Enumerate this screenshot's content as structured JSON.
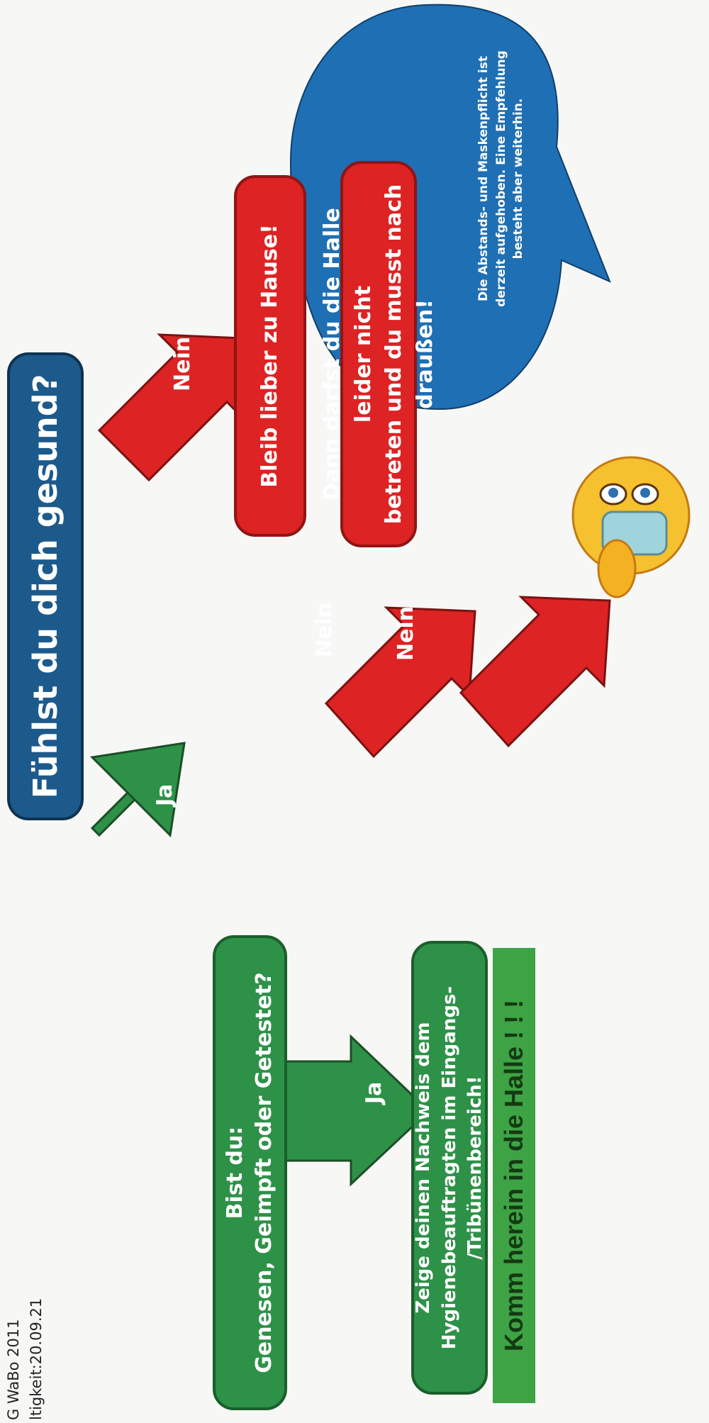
{
  "header": {
    "line1": "G WaBo 2011",
    "line2": "ltigkeit:20.09.21"
  },
  "main_question": "Fühlst du dich gesund?",
  "ja_question": {
    "line1": "Bist du:",
    "line2": "Genesen, Geimpft oder Getestet?"
  },
  "stay_home": "Bleib lieber zu Hause!",
  "denied": {
    "line1": "Dann darfst du die Halle leider nicht",
    "line2": "betreten und du musst nach draußen!"
  },
  "show_proof": {
    "line1": "Zeige deinen Nachweis dem",
    "line2": "Hygienebeauftragten im Eingangs-",
    "line3": "/Tribünenbereich!"
  },
  "welcome_banner": "Komm herein in die Halle ! ! !",
  "arrows": {
    "ja_1": "Ja",
    "ja_2": "Ja",
    "nein_1": "Nein",
    "nein_2": "Nein",
    "nein_3": "Nein"
  },
  "bubble": {
    "line1": "Die Abstands- und Maskenpflicht ist",
    "line2": "derzeit aufgehoben. Eine Empfehlung",
    "line3": "besteht aber weiterhin."
  },
  "colors": {
    "blue": "#1d5a8c",
    "green": "#2e9148",
    "red": "#dd2323",
    "bubble": "#1f6fb4"
  }
}
